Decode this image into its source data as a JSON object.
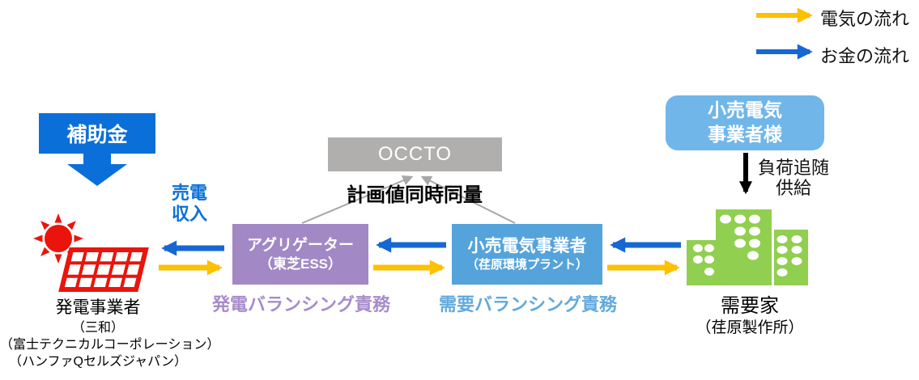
{
  "legend": {
    "electricity": {
      "label": "電気の流れ"
    },
    "money": {
      "label": "お金の流れ"
    }
  },
  "subsidy": {
    "label": "補助金"
  },
  "revenue": {
    "line1": "売電",
    "line2": "収入"
  },
  "generator": {
    "name": "発電事業者",
    "company1": "（三和）",
    "company2": "（富士テクニカルコーポレーション）",
    "company3": "（ハンファQセルズジャパン）"
  },
  "aggregator": {
    "name": "アグリゲーター",
    "company": "（東芝ESS）",
    "role": "発電バランシング責務"
  },
  "occto": {
    "name": "OCCTO",
    "rule": "計画値同時同量"
  },
  "retailer": {
    "name": "小売電気事業者",
    "company": "（荏原環境プラント）",
    "role": "需要バランシング責務"
  },
  "partner": {
    "line1": "小売電気",
    "line2": "事業者様",
    "supply1": "負荷追随",
    "supply2": "供給"
  },
  "consumer": {
    "name": "需要家",
    "company": "（荏原製作所）"
  },
  "colors": {
    "electricity_flow": "#FFC000",
    "money_flow": "#1767D2",
    "subsidy_blue": "#0B6FD9",
    "aggregator_purple": "#A288C4",
    "aggregator_label_purple": "#A78CCB",
    "retailer_blue": "#55A3DB",
    "retailer_label_blue": "#62A9DC",
    "partner_blue": "#70B6E9",
    "occto_gray": "#B1AEAE",
    "connector_gray": "#A9A6A6",
    "consumer_green": "#90CF4F",
    "generator_red": "#EB140C",
    "supply_arrow_black": "#000000"
  }
}
